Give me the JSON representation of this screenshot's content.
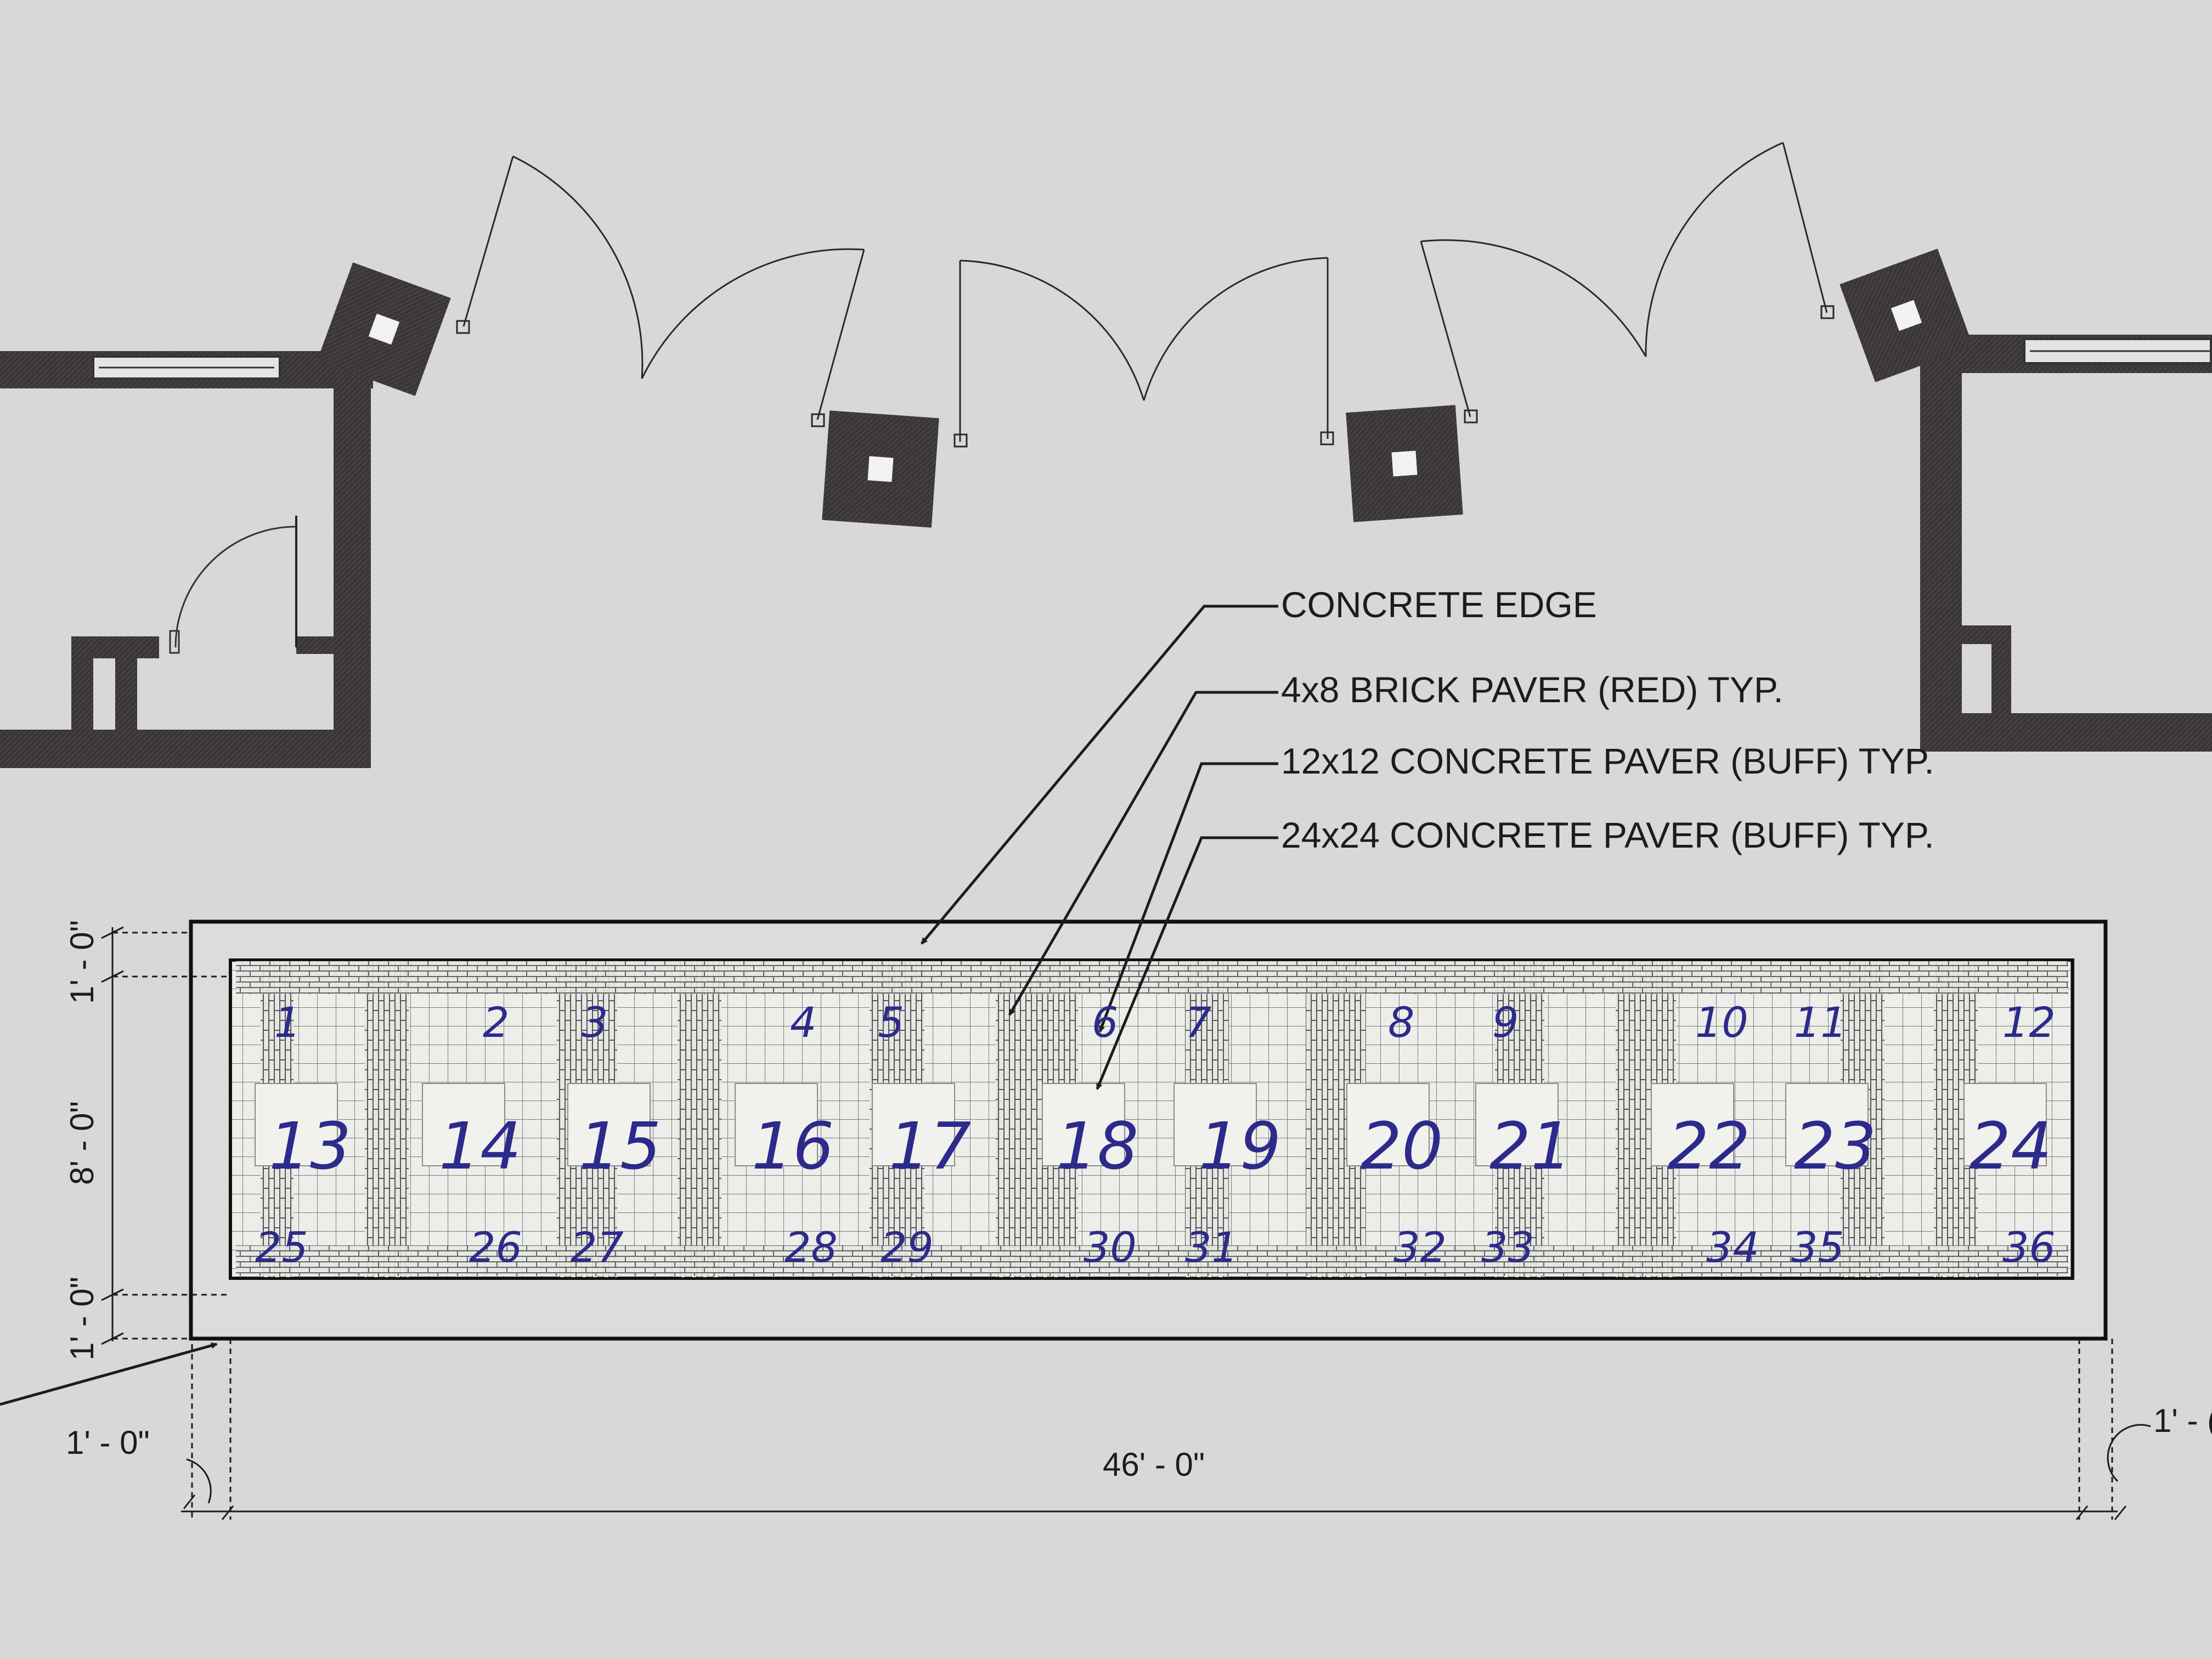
{
  "callouts": {
    "concrete_edge": "CONCRETE EDGE",
    "brick_paver": "4x8 BRICK PAVER (RED) TYP.",
    "paver_12": "12x12 CONCRETE PAVER (BUFF) TYP.",
    "paver_24": "24x24 CONCRETE PAVER (BUFF) TYP."
  },
  "dimensions": {
    "top_edge": "1' - 0\"",
    "height": "8' - 0\"",
    "bottom_edge": "1' - 0\"",
    "left_offset": "1' - 0\"",
    "overall_width": "46' - 0\"",
    "right_offset": "1' - ("
  },
  "paver_numbers": {
    "top_row": [
      "1",
      "2",
      "3",
      "4",
      "5",
      "6",
      "7",
      "8",
      "9",
      "10",
      "11",
      "12"
    ],
    "middle_row": [
      "13",
      "14",
      "15",
      "16",
      "17",
      "18",
      "19",
      "20",
      "21",
      "22",
      "23",
      "24"
    ],
    "bottom_row": [
      "25",
      "26",
      "27",
      "28",
      "29",
      "30",
      "31",
      "32",
      "33",
      "34",
      "35",
      "36"
    ]
  },
  "colors": {
    "paper": "#d8d8d6",
    "ink": "#1c1c1c",
    "wall": "#3a3638",
    "pen": "#2c2a8a"
  }
}
